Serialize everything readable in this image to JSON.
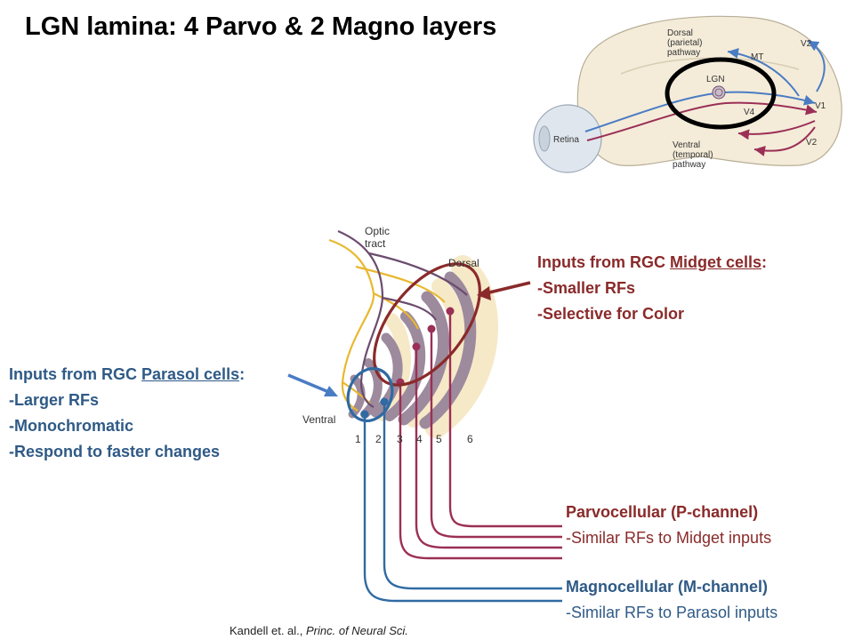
{
  "title": "LGN lamina: 4 Parvo & 2 Magno layers",
  "brain_inset": {
    "labels": {
      "dorsal": [
        "Dorsal",
        "(parietal)",
        "pathway"
      ],
      "ventral": [
        "Ventral",
        "(temporal)",
        "pathway"
      ],
      "v2_top": "V2",
      "mt": "MT",
      "lgn": "LGN",
      "v4": "V4",
      "v1": "V1",
      "v2_bottom": "V2",
      "retina": "Retina"
    }
  },
  "lgn_diagram": {
    "optic_tract": [
      "Optic",
      "tract"
    ],
    "dorsal": "Dorsal",
    "ventral": "Ventral",
    "layer_numbers": [
      "1",
      "2",
      "3",
      "4",
      "5",
      "6"
    ]
  },
  "parasol_box": {
    "heading_prefix": "Inputs from RGC ",
    "heading_underlined": "Parasol cells",
    "heading_suffix": ":",
    "lines": [
      "-Larger RFs",
      "-Monochromatic",
      "-Respond to faster changes"
    ]
  },
  "midget_box": {
    "heading_prefix": "Inputs from RGC ",
    "heading_underlined": "Midget cells",
    "heading_suffix": ":",
    "lines": [
      "-Smaller RFs",
      "-Selective for Color"
    ]
  },
  "parvo_box": {
    "heading": "Parvocellular (P-channel)",
    "line": "-Similar RFs to Midget inputs"
  },
  "magno_box": {
    "heading": "Magnocellular (M-channel)",
    "line": "-Similar RFs to Parasol inputs"
  },
  "citation": {
    "authors": "Kandell et. al., ",
    "work": "Princ. of Neural Sci."
  },
  "colors": {
    "parvo": "#9b2f56",
    "magno": "#2f6aa3",
    "midget_text": "#8a2a2a",
    "parasol_text": "#2f5a86",
    "optic_yellow": "#e8b830",
    "optic_purple": "#6b4c6e",
    "layer_shade": "#9d8a9d",
    "layer_cream": "#f6e9c8"
  }
}
